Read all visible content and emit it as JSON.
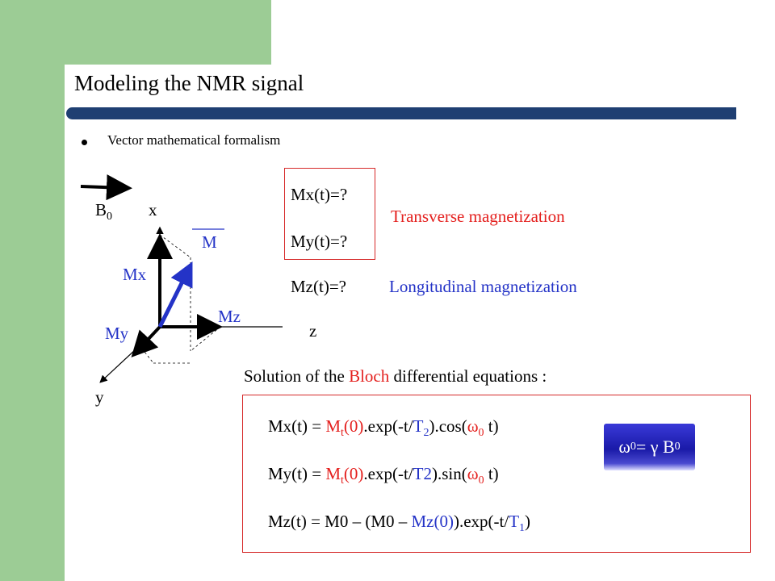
{
  "slide": {
    "title": "Modeling the NMR signal",
    "bullet": "Vector mathematical  formalism"
  },
  "diagram": {
    "field_label": "B",
    "field_sub": "0",
    "axis_x": "x",
    "axis_y": "y",
    "axis_z": "z",
    "vector_m": "M",
    "comp_mx": "Mx",
    "comp_my": "My",
    "comp_mz": "Mz"
  },
  "questions": {
    "mx": "Mx(t)=?",
    "my": "My(t)=?",
    "mz": "Mz(t)=?",
    "transverse": "Transverse magnetization",
    "longitudinal": "Longitudinal magnetization"
  },
  "solution": {
    "prefix": "Solution of the ",
    "highlight": "Bloch",
    "suffix": " differential equations :"
  },
  "equations": {
    "eq1": {
      "a": "Mx(t) = ",
      "m": "M",
      "msub": "t",
      "b": "(0)",
      "c": ".exp(-t/",
      "d": "T",
      "dsub": "2",
      "e": ").cos(",
      "w": "ω",
      "wsub": "0",
      "f": " t)"
    },
    "eq2": {
      "a": "My(t) = ",
      "m": "M",
      "msub": "t",
      "b": "(0)",
      "c": ".exp(-t/",
      "d": "T2",
      "e": ").sin(",
      "w": "ω",
      "wsub": "0",
      "f": " t)"
    },
    "eq3": {
      "a": "Mz(t) = M0 – (M0 – ",
      "b": "Mz(0)",
      "c": ").exp(-t/",
      "d": "T",
      "dsub": "1",
      "e": ")"
    }
  },
  "larmor": {
    "w": "ω",
    "wsub": "0",
    "mid": " = γ B",
    "bsub": "0"
  },
  "colors": {
    "green": "#9ccc95",
    "navy": "#1f3f72",
    "red": "#e4201e",
    "blue": "#2433c7"
  }
}
